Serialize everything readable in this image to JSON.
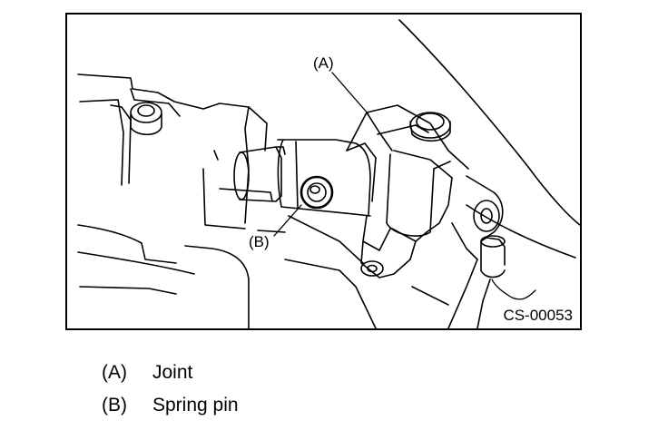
{
  "figure": {
    "code": "CS-00053",
    "callouts": [
      {
        "id": "A",
        "label": "(A)"
      },
      {
        "id": "B",
        "label": "(B)"
      }
    ]
  },
  "legend": [
    {
      "key": "(A)",
      "text": "Joint"
    },
    {
      "key": "(B)",
      "text": "Spring pin"
    }
  ]
}
